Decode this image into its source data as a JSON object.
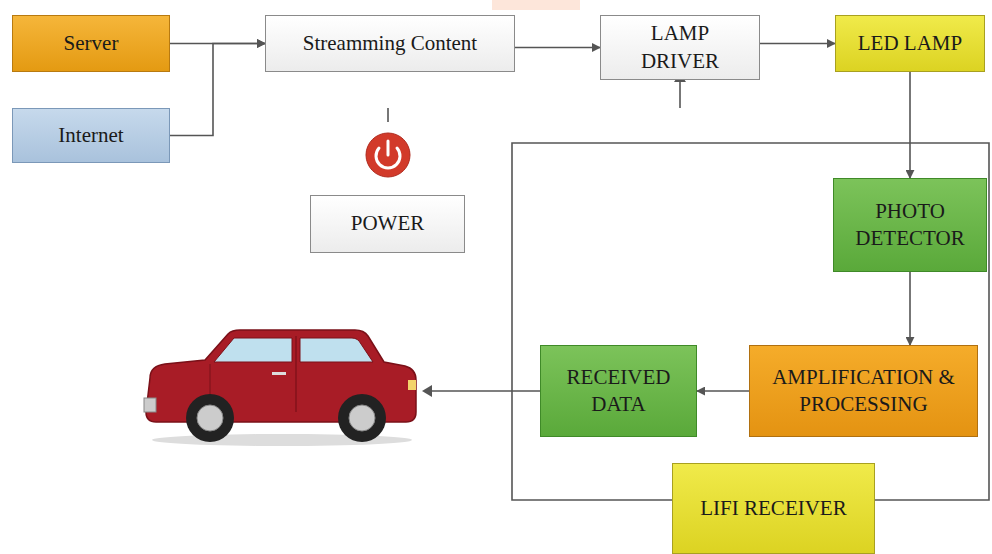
{
  "diagram": {
    "nodes": [
      {
        "text": [
          "Server"
        ]
      },
      {
        "text": [
          "Streamming Content"
        ]
      },
      {
        "text": [
          "LAMP DRIVER"
        ]
      },
      {
        "text": [
          "LED LAMP"
        ]
      },
      {
        "text": [
          "Internet"
        ]
      },
      {
        "text": [
          "POWER"
        ]
      },
      {
        "text": [
          "PHOTO DETECTOR"
        ]
      },
      {
        "text": [
          "RECEIVED DATA"
        ]
      },
      {
        "text": [
          "AMPLIFICATION & PROCESSING"
        ]
      },
      {
        "text": [
          "LIFI RECEIVER"
        ]
      }
    ],
    "edges": [
      {
        "from": 0,
        "to": 1,
        "arrow": "to"
      },
      {
        "from": 4,
        "to": 1,
        "arrow": "to"
      },
      {
        "from": 1,
        "to": 2,
        "arrow": "to"
      },
      {
        "from": 2,
        "to": 3,
        "arrow": "to"
      },
      {
        "from": 3,
        "to": 6,
        "arrow": "to"
      },
      {
        "from": 6,
        "to": 8,
        "arrow": "to"
      },
      {
        "from": 8,
        "to": 7,
        "arrow": "to"
      }
    ]
  }
}
